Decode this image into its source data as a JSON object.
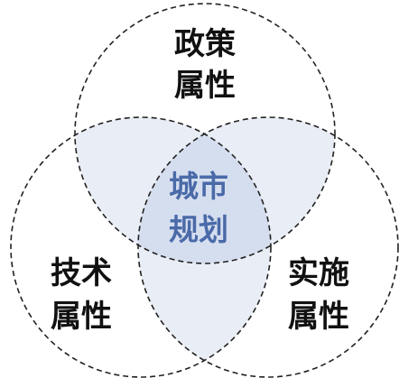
{
  "circles": [
    {
      "id": "policy",
      "lines": [
        "政策",
        "属性"
      ]
    },
    {
      "id": "technology",
      "lines": [
        "技术",
        "属性"
      ]
    },
    {
      "id": "implementation",
      "lines": [
        "实施",
        "属性"
      ]
    }
  ],
  "center": {
    "lines": [
      "城市",
      "规划"
    ]
  },
  "colors": {
    "outline": "#222222",
    "label": "#111111",
    "center_label": "#4a6aa8",
    "pair_overlap": "#e9edf5",
    "center_fill": "#d5deef"
  }
}
